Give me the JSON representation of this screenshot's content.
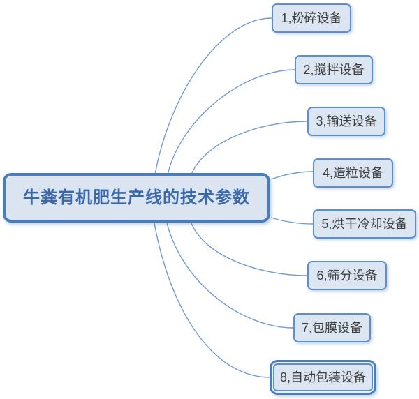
{
  "diagram": {
    "type": "mindmap",
    "central_topic": {
      "label": "牛粪有机肥生产线的技术参数"
    },
    "branches": [
      {
        "id": 1,
        "label": "1,粉碎设备",
        "selected": false
      },
      {
        "id": 2,
        "label": "2,搅拌设备",
        "selected": false
      },
      {
        "id": 3,
        "label": "3,输送设备",
        "selected": false
      },
      {
        "id": 4,
        "label": "4,造粒设备",
        "selected": false
      },
      {
        "id": 5,
        "label": "5,烘干冷却设备",
        "selected": false
      },
      {
        "id": 6,
        "label": "6,筛分设备",
        "selected": false
      },
      {
        "id": 7,
        "label": "7,包膜设备",
        "selected": false
      },
      {
        "id": 8,
        "label": "8,自动包装设备",
        "selected": true
      }
    ],
    "colors": {
      "central_fill": "#dbe5f1",
      "central_border": "#4a7ebb",
      "central_text": "#3a68a8",
      "branch_fill": "#dce6f2",
      "branch_border": "#5b8fd0",
      "branch_text": "#3f3f3f",
      "selection_ring": "#4a7ebb",
      "connector_line": "#6f9bd4",
      "background": "#ffffff"
    }
  }
}
